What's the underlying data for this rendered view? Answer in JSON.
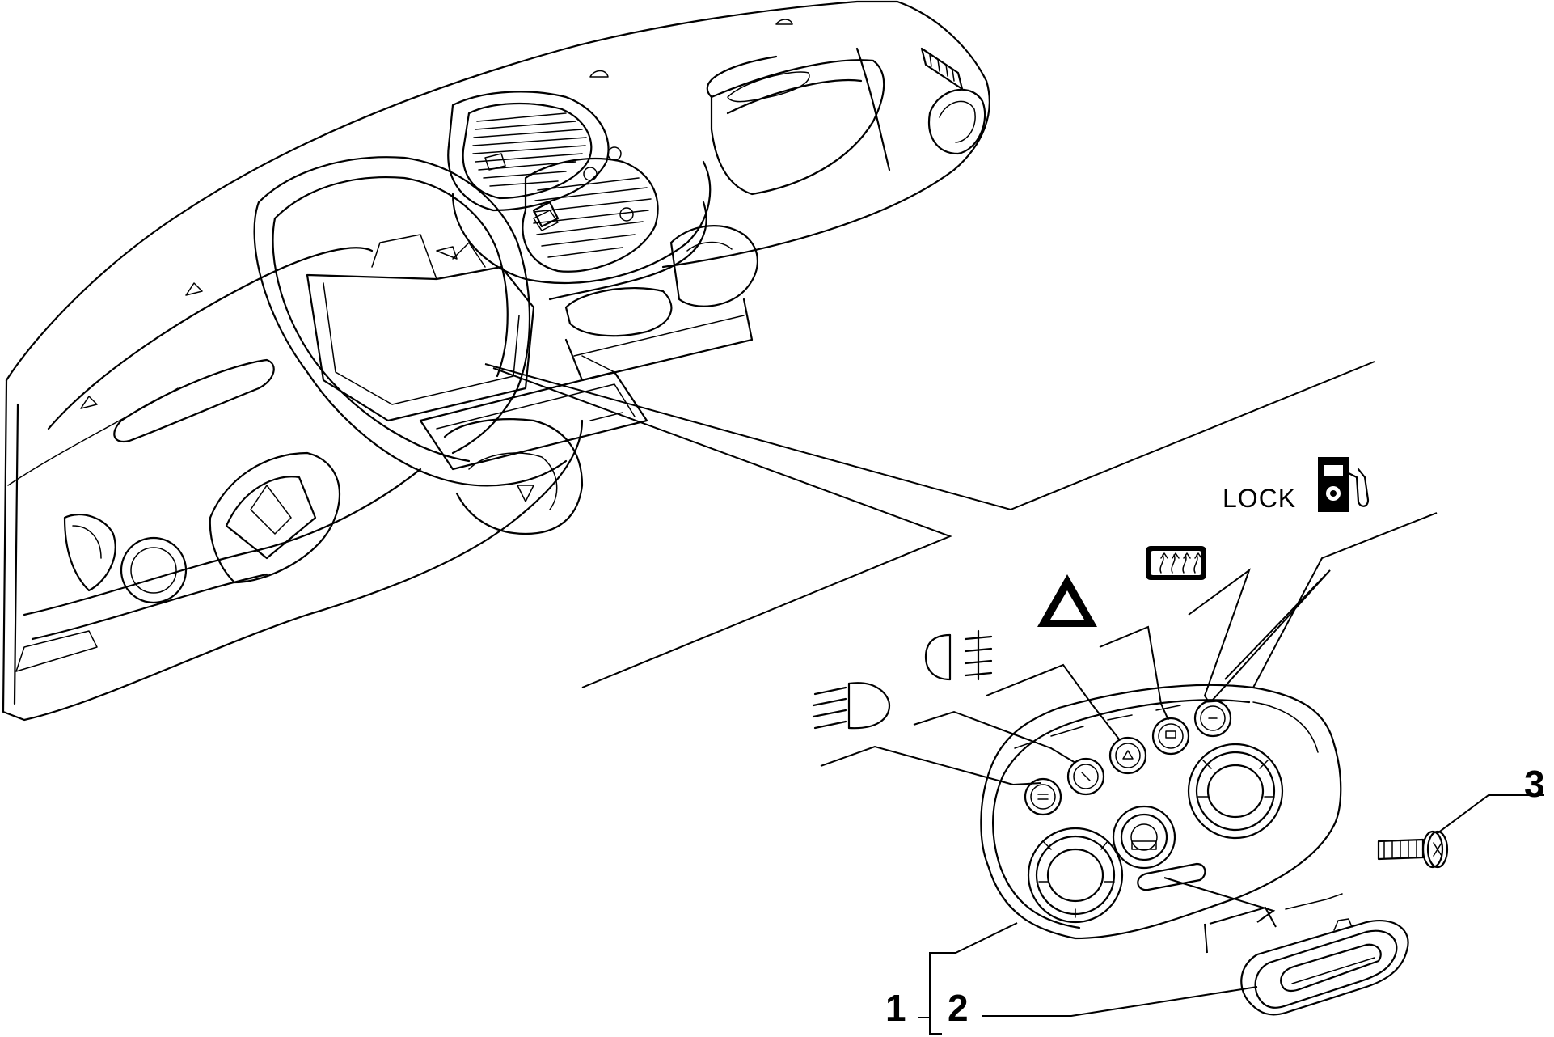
{
  "diagram": {
    "callouts": {
      "item_1": "1",
      "item_2": "2",
      "item_3": "3"
    },
    "symbol_labels": {
      "lock": "LOCK"
    },
    "symbols": [
      "rear-fog-lamp-icon",
      "front-fog-lamp-icon",
      "hazard-warning-icon",
      "rear-window-demister-icon",
      "fuel-lock-icon"
    ]
  }
}
